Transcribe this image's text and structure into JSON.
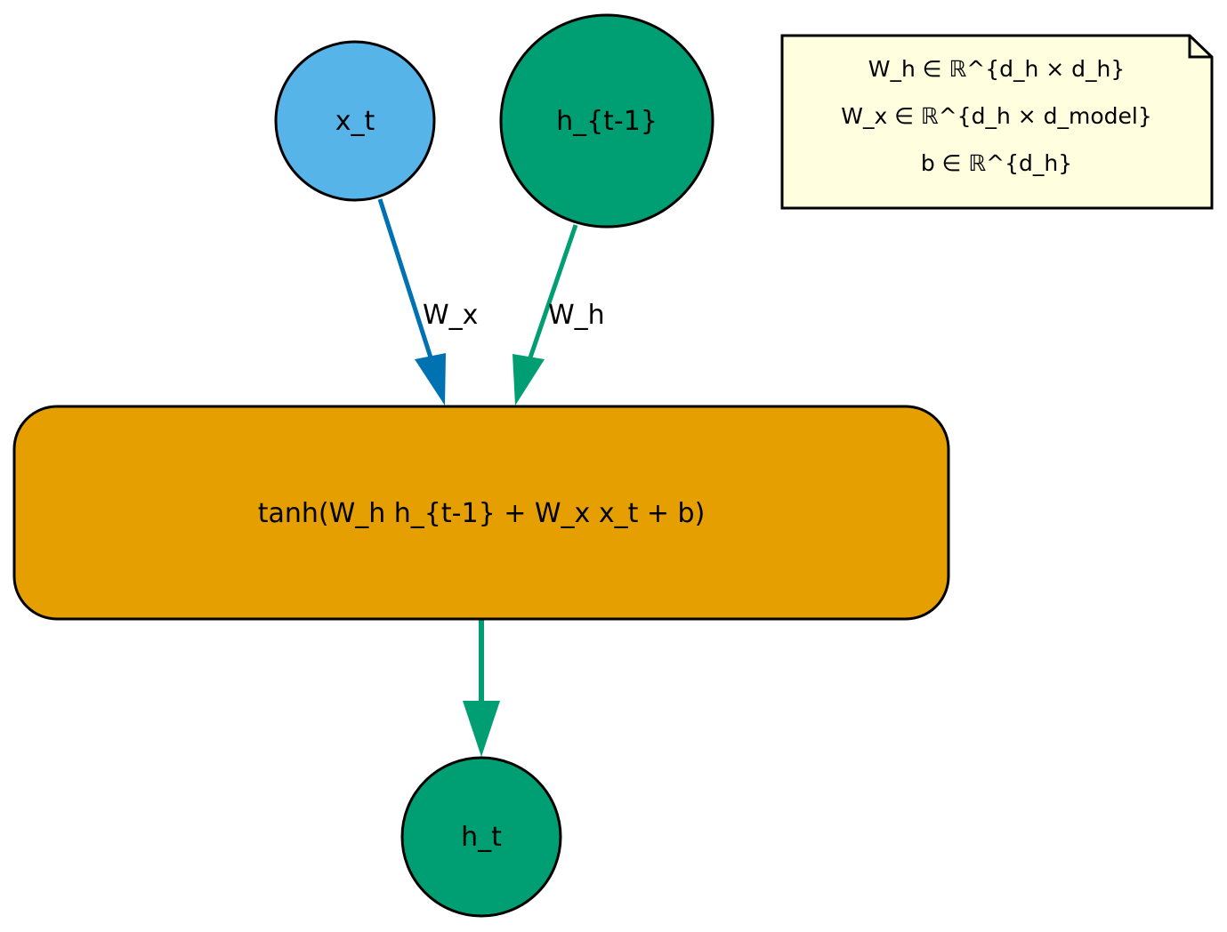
{
  "colors": {
    "input_node": "#56b4e9",
    "hidden_node": "#009e73",
    "op_node": "#e69f00",
    "note_fill": "#ffffdf",
    "edge_wx": "#0072b2",
    "edge_wh": "#009e73",
    "edge_out": "#009e73",
    "stroke": "#000000"
  },
  "nodes": {
    "x_t": {
      "label": "x_t",
      "shape": "circle"
    },
    "h_prev": {
      "label": "h_{t-1}",
      "shape": "circle"
    },
    "op": {
      "label": "tanh(W_h h_{t-1} + W_x x_t + b)",
      "shape": "rounded-box"
    },
    "h_t": {
      "label": "h_t",
      "shape": "circle"
    }
  },
  "edges": [
    {
      "from": "x_t",
      "to": "op",
      "label": "W_x"
    },
    {
      "from": "h_prev",
      "to": "op",
      "label": "W_h"
    },
    {
      "from": "op",
      "to": "h_t",
      "label": ""
    }
  ],
  "note": {
    "lines": [
      "W_h ∈ ℝ^{d_h × d_h}",
      "W_x ∈ ℝ^{d_h × d_model}",
      "b ∈ ℝ^{d_h}"
    ]
  }
}
